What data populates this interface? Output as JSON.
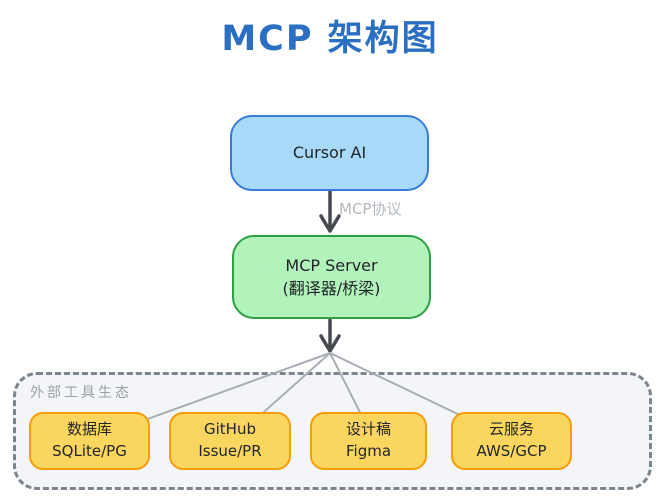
{
  "title": "MCP 架构图",
  "nodes": {
    "cursor": {
      "label": "Cursor AI"
    },
    "server": {
      "line1": "MCP Server",
      "line2": "(翻译器/桥梁)"
    }
  },
  "edges": {
    "cursor_to_server_label": "MCP协议"
  },
  "container": {
    "label": "外部工具生态"
  },
  "tools": [
    {
      "line1": "数据库",
      "line2": "SQLite/PG"
    },
    {
      "line1": "GitHub",
      "line2": "Issue/PR"
    },
    {
      "line1": "设计稿",
      "line2": "Figma"
    },
    {
      "line1": "云服务",
      "line2": "AWS/GCP"
    }
  ],
  "colors": {
    "title_blue": "#2a6fc2",
    "node_blue_fill": "#a8d9f8",
    "node_blue_border": "#3a7bd5",
    "node_green_fill": "#b2f2bb",
    "node_green_border": "#2f9e44",
    "node_yellow_fill": "#fbd65e",
    "node_yellow_border": "#f29d0c",
    "arrow_dark": "#45494f",
    "line_gray": "#a8aeb5",
    "container_fill": "#f4f5f8",
    "container_border": "#7d858c",
    "muted_text": "#b3b9bf",
    "muted_text2": "#9aa1a8",
    "text_dark": "#212529"
  }
}
